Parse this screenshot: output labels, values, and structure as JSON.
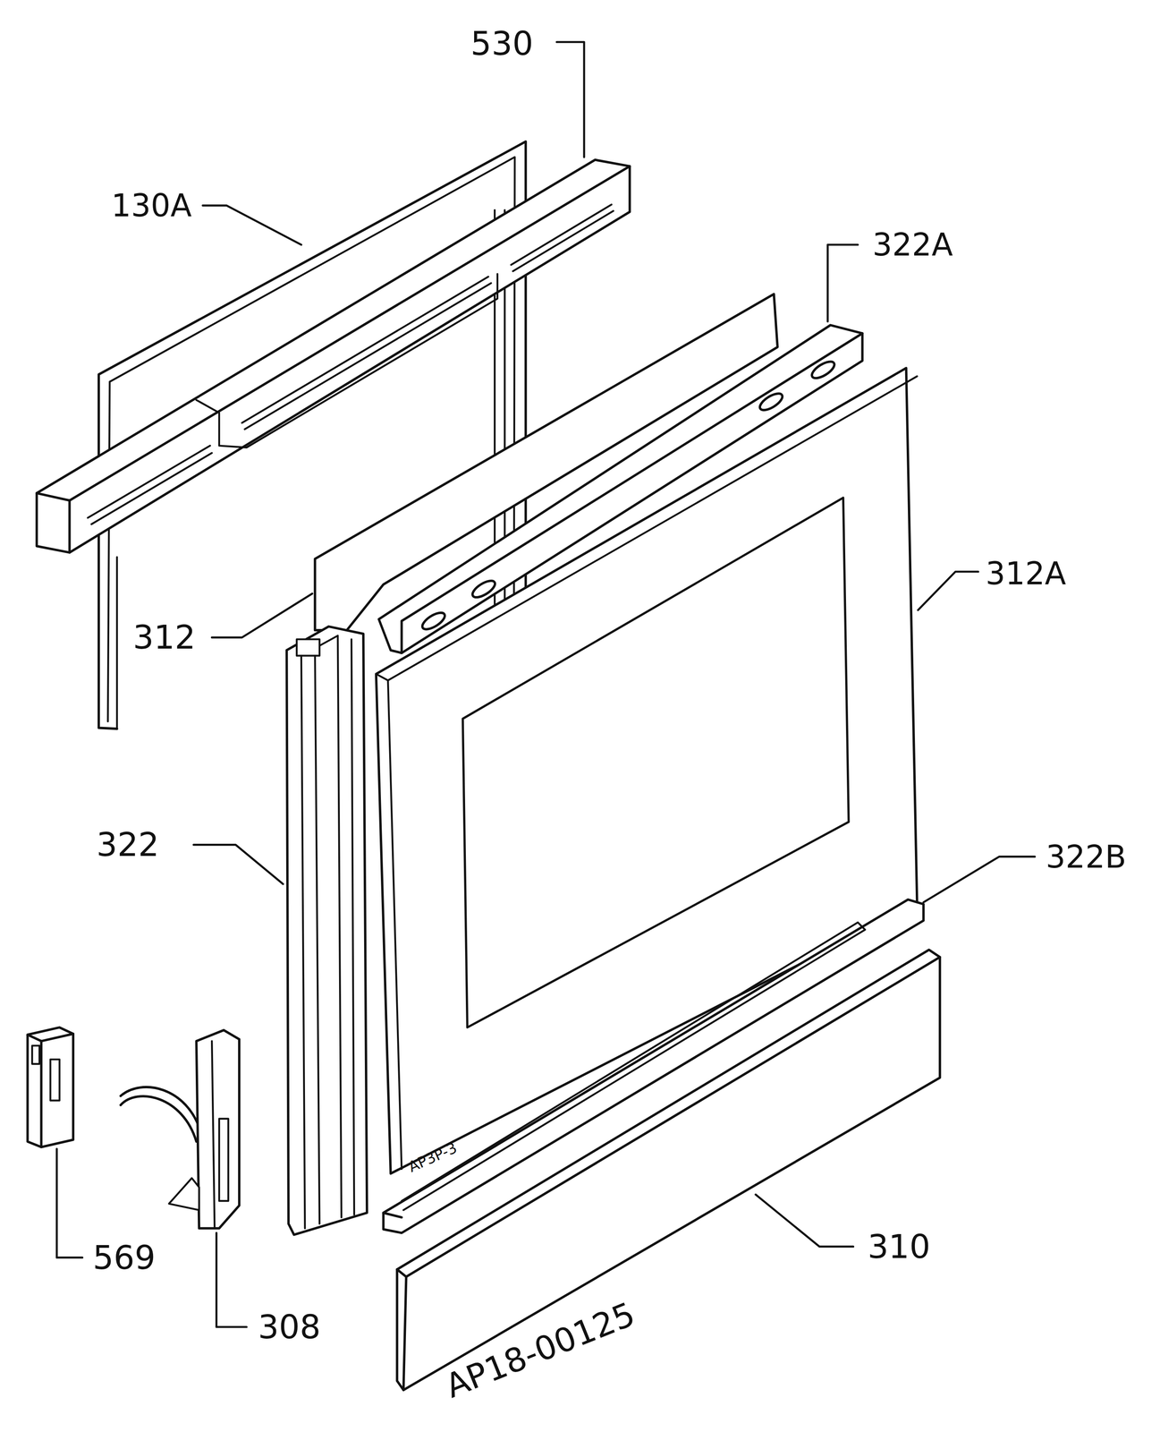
{
  "diagram": {
    "labels": [
      "530",
      "130A",
      "322A",
      "312A",
      "312",
      "322",
      "322B",
      "569",
      "308",
      "310",
      "AP3P-3",
      "AP18-00125"
    ]
  }
}
